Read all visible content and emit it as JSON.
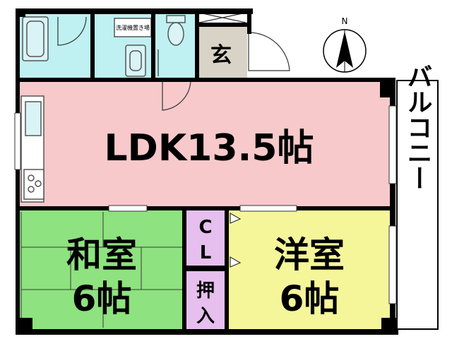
{
  "rooms": {
    "ldk": {
      "label": "LDK13.5帖",
      "color": "#f7c9cb"
    },
    "washitsu": {
      "label_line1": "和室",
      "label_line2": "6帖",
      "color": "#8ee27f"
    },
    "youshitsu": {
      "label_line1": "洋室",
      "label_line2": "6帖",
      "color": "#f5f59a"
    },
    "closet": {
      "label_c": "C",
      "label_l": "L",
      "color": "#e6bfee"
    },
    "oshiire": {
      "label_line1": "押",
      "label_line2": "入",
      "color": "#e6bfee"
    },
    "genkan": {
      "label": "玄",
      "color": "#d8d3c6"
    },
    "bath": {
      "color": "#bff0f2"
    },
    "washroom": {
      "washer_label": "洗濯機置き場",
      "color": "#bff0f2"
    },
    "toilet": {
      "color": "#bff0f2"
    },
    "balcony": {
      "label": "バルコニー",
      "color": "#ffffff"
    }
  },
  "compass": {
    "north_label": "N"
  },
  "colors": {
    "wall": "#000000",
    "fixture": "#d9f3f6",
    "outline": "#555555"
  }
}
